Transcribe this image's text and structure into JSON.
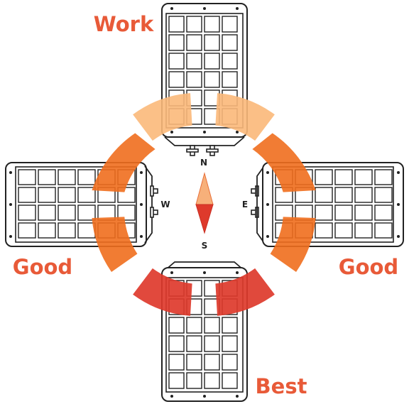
{
  "compass": {
    "north": "N",
    "south": "S",
    "east": "E",
    "west": "W"
  },
  "ratings": {
    "north": "Work",
    "west": "Good",
    "east": "Good",
    "south": "Best"
  },
  "colors": {
    "work": "#fbb97a",
    "good": "#f06e1e",
    "best": "#de3a2c",
    "label": "#e85a38",
    "needle_north": "#f7b07a",
    "needle_south": "#de3a2c",
    "panel_stroke": "#222222"
  },
  "icons": {
    "needle": "compass-needle-icon",
    "panel": "solar-panel-icon"
  }
}
